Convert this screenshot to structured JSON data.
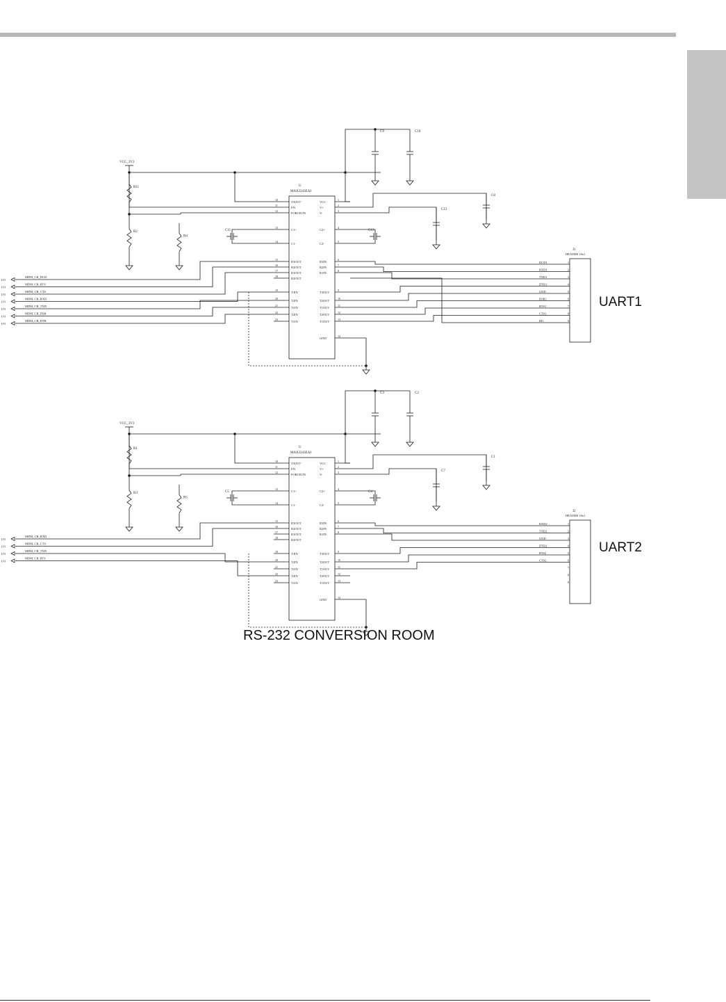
{
  "colors": {
    "rule": "#b8b8b8",
    "tab": "#c4c4c4",
    "wire": "#1a1a1a"
  },
  "caption": "RS-232 CONVERSION ROOM",
  "uart1": {
    "label": "UART1",
    "chip": {
      "ref": "U",
      "part": "MAX3243EAI"
    },
    "connector": {
      "ref": "J1",
      "part": "HEADER 10x1"
    },
    "pins_left": [
      "T3OUT",
      "EN",
      "FORCEON",
      "C1+",
      "C1-",
      "R3OUT",
      "R2OUT",
      "R1OUT",
      "R2OUT",
      "T3IN",
      "T2IN",
      "T1IN",
      "T2IN",
      "T1IN"
    ],
    "pins_right": [
      "VCC",
      "V+",
      "V-",
      "C2+",
      "C2-",
      "R3IN",
      "R2IN",
      "R1IN",
      "T3OUT",
      "T2OUT",
      "T1OUT",
      "T2OUT",
      "T1OUT",
      "GND"
    ],
    "nets": [
      "MDM_CR_DCD",
      "MDM_CR_RTS",
      "MDM_CR_CTS",
      "MDM_CR_RXD",
      "MDM_CR_TXD",
      "MDM_CR_DSR",
      "MDM_CR_DTR"
    ],
    "conn_pins": [
      "DCD1",
      "RXD1",
      "TXD1",
      "DTR1",
      "GND",
      "DSR1",
      "RTS1",
      "CTS1",
      "RI1"
    ],
    "caps": [
      "C9",
      "C10",
      "C8",
      "C12",
      "C11",
      "C13"
    ],
    "resistors": [
      "R11",
      "R2",
      "R4"
    ],
    "supply": "VCC_3V3"
  },
  "uart2": {
    "label": "UART2",
    "chip": {
      "ref": "U",
      "part": "MAX3243EAI"
    },
    "connector": {
      "ref": "J2",
      "part": "HEADER 10x1"
    },
    "nets": [
      "MDM_CR_RXD",
      "MDM_CR_CTS",
      "MDM_CR_TXD",
      "MDM_CR_RTS"
    ],
    "conn_pins": [
      "RXD2",
      "TXD2",
      "GND",
      "DTR2",
      "RTS2",
      "CTS2"
    ],
    "caps": [
      "C3",
      "C2",
      "C1",
      "C7",
      "C5",
      "C4"
    ],
    "resistors": [
      "R1",
      "R3",
      "R5"
    ],
    "supply": "VCC_3V3"
  }
}
